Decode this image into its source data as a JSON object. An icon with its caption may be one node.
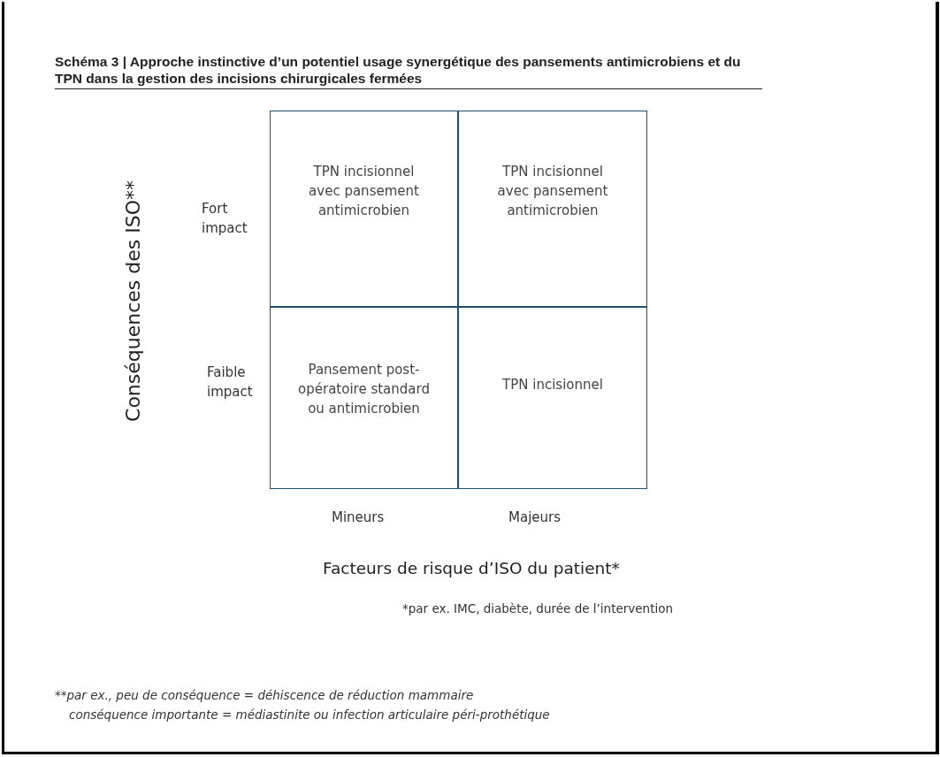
{
  "diagram": {
    "title": "Schéma 3 | Approche instinctive d’un potentiel usage synergétique des pansements antimicrobiens et du TPN dans la gestion des incisions chirurgicales fermées",
    "nodes": [
      {
        "text": [
          "TPN incisionnel avec pansement antimicrobien"
        ]
      },
      {
        "text": [
          "TPN incisionnel avec pansement antimicrobien"
        ]
      },
      {
        "text": [
          "Pansement post-opératoire standard ou antimicrobien"
        ]
      },
      {
        "text": [
          "TPN incisionnel"
        ]
      }
    ],
    "edges": [],
    "labels": [
      "Conséquences des ISO**",
      "Fort impact",
      "Faible impact",
      "Mineurs",
      "Majeurs",
      "Facteurs de risque d’ISO du patient*",
      "*par ex. IMC, diabète, durée de l’intervention",
      "**par ex., peu de conséquence = déhiscence de réduction mammaire",
      "conséquence importante = médiastinite ou infection articulaire péri-prothétique"
    ]
  }
}
